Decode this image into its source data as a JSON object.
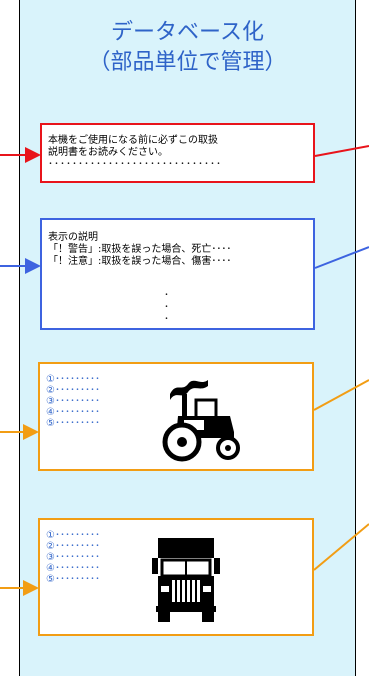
{
  "title": {
    "line1": "データベース化",
    "line2": "（部品単位で管理）"
  },
  "box1": {
    "line1": "本機をご使用になる前に必ずこの取扱",
    "line2": "説明書をお読みください。",
    "line3": "･････････････････････････････"
  },
  "box2": {
    "line1": "表示の説明",
    "line2": "「！警告」:取扱を誤った場合、死亡････",
    "line3": "「！注意」:取扱を誤った場合、傷害････",
    "vdot": "･"
  },
  "box3": {
    "items": [
      "①･････････",
      "②･････････",
      "③･････････",
      "④･････････",
      "⑤･････････"
    ],
    "icon": "tractor-icon"
  },
  "box4": {
    "items": [
      "①･････････",
      "②･････････",
      "③･････････",
      "④･････････",
      "⑤･････････"
    ],
    "icon": "truck-icon"
  },
  "colors": {
    "red": "#e8141b",
    "blue": "#3d63e0",
    "orange": "#f29d14",
    "title": "#2e63c8",
    "panel": "#d9f3fb"
  }
}
